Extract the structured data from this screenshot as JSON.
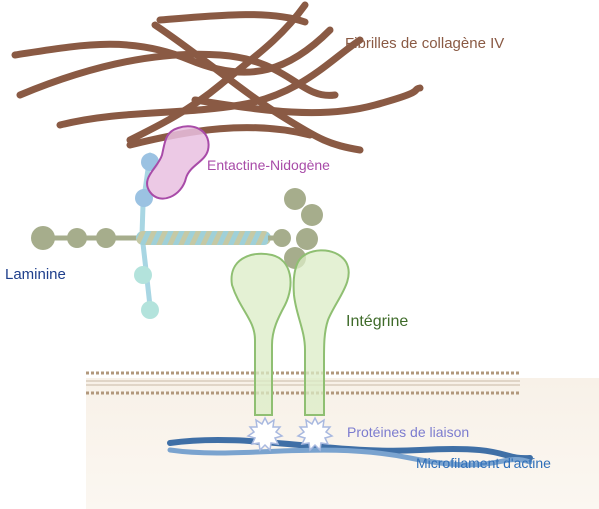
{
  "labels": {
    "collagen": "Fibrilles de collagène IV",
    "entactine": "Entactine-Nidogène",
    "laminine": "Laminine",
    "integrine": "Intégrine",
    "proteines": "Protéines de liaison",
    "actine": "Microfilament d'actine"
  },
  "colors": {
    "collagen": "#8a5a44",
    "entactine": "#a84ba8",
    "laminine": "#1f3f8c",
    "integrine": "#3f6b2a",
    "proteines": "#7c7ccf",
    "actine": "#2f6fb8",
    "laminin_bead": "#a6ad8c",
    "membrane": "#b2987c",
    "cytoplasm": "#f6efe6"
  }
}
